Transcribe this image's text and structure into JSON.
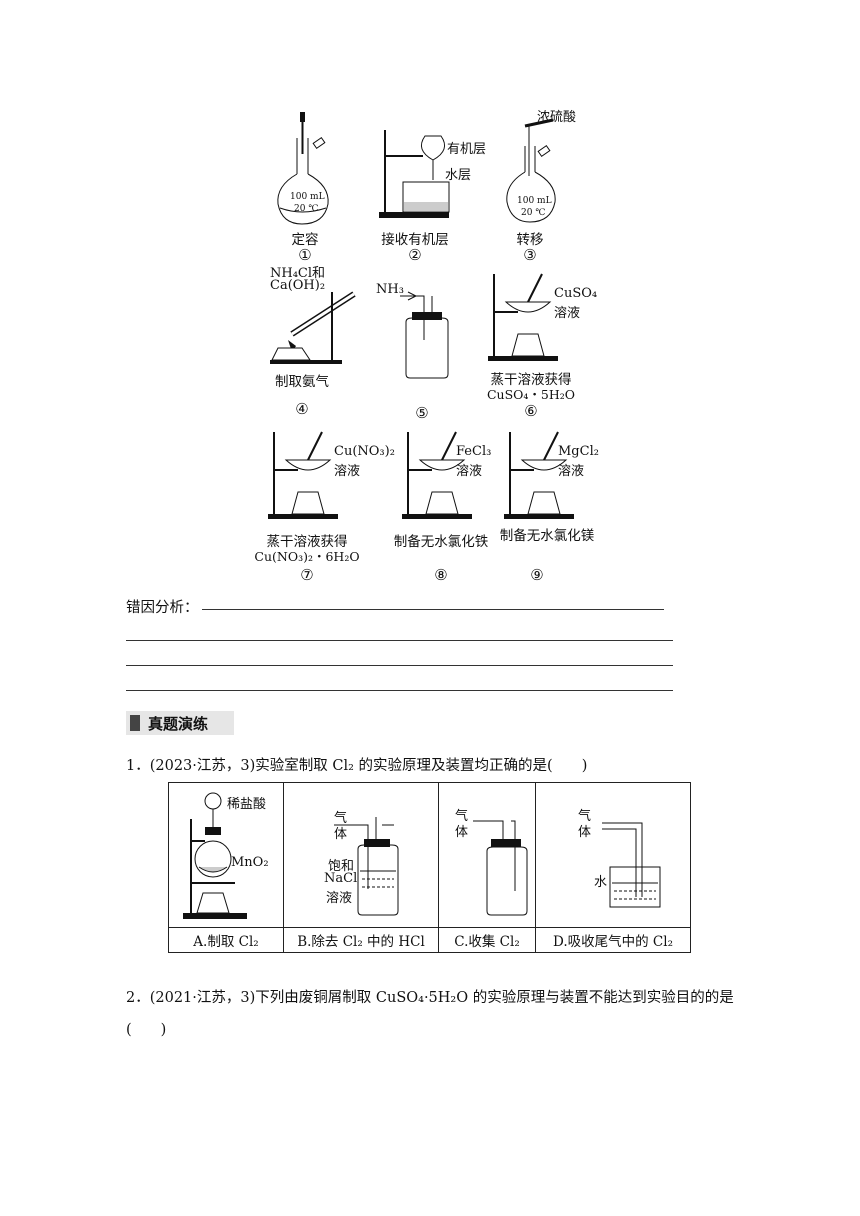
{
  "figures": {
    "f1": {
      "caption": "定容",
      "num": "①",
      "flask_text1": "100 mL",
      "flask_text2": "20 ℃"
    },
    "f2": {
      "caption": "接收有机层",
      "num": "②",
      "label_top": "有机层",
      "label_bottom": "水层"
    },
    "f3": {
      "caption": "转移",
      "num": "③",
      "label": "浓硫酸",
      "flask_text1": "100 mL",
      "flask_text2": "20 ℃"
    },
    "f4": {
      "caption": "制取氨气",
      "num": "④",
      "label1": "NH₄Cl和",
      "label2": "Ca(OH)₂"
    },
    "f5": {
      "num": "⑤",
      "label": "NH₃"
    },
    "f6": {
      "caption1": "蒸干溶液获得",
      "caption2": "CuSO₄・5H₂O",
      "num": "⑥",
      "label1": "CuSO₄",
      "label2": "溶液"
    },
    "f7": {
      "caption1": "蒸干溶液获得",
      "caption2": "Cu(NO₃)₂・6H₂O",
      "num": "⑦",
      "label1": "Cu(NO₃)₂",
      "label2": "溶液"
    },
    "f8": {
      "caption": "制备无水氯化铁",
      "num": "⑧",
      "label1": "FeCl₃",
      "label2": "溶液"
    },
    "f9": {
      "caption": "制备无水氯化镁",
      "num": "⑨",
      "label1": "MgCl₂",
      "label2": "溶液"
    }
  },
  "error_analysis_label": "错因分析：",
  "section_title": "真题演练",
  "q1": {
    "text": "1．(2023·江苏，3)实验室制取 Cl₂ 的实验原理及装置均正确的是(　　)",
    "options": [
      {
        "caption": "A.制取 Cl₂",
        "label1": "稀盐酸",
        "label2": "MnO₂"
      },
      {
        "caption": "B.除去 Cl₂ 中的 HCl",
        "label1": "气",
        "label2": "体",
        "label3": "饱和",
        "label4": "NaCl",
        "label5": "溶液"
      },
      {
        "caption": "C.收集 Cl₂",
        "label1": "气",
        "label2": "体"
      },
      {
        "caption": "D.吸收尾气中的 Cl₂",
        "label1": "气",
        "label2": "体",
        "label3": "水"
      }
    ]
  },
  "q2": {
    "text": "2．(2021·江苏，3)下列由废铜屑制取 CuSO₄·5H₂O 的实验原理与装置不能达到实验目的的是",
    "text2": "(　　)"
  }
}
